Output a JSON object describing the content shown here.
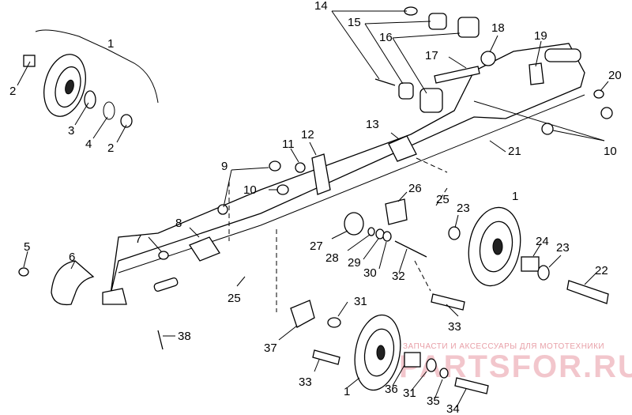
{
  "callouts": [
    "1",
    "2",
    "3",
    "4",
    "2",
    "14",
    "15",
    "16",
    "18",
    "19",
    "17",
    "20",
    "10",
    "21",
    "13",
    "12",
    "11",
    "9",
    "10",
    "26",
    "25",
    "23",
    "1",
    "8",
    "7",
    "27",
    "28",
    "29",
    "30",
    "32",
    "24",
    "23",
    "22",
    "5",
    "6",
    "25",
    "31",
    "33",
    "37",
    "38",
    "33",
    "1",
    "36",
    "31",
    "35",
    "34"
  ],
  "watermark": {
    "caption": "ЗАПЧАСТИ И АКСЕССУАРЫ ДЛЯ МОТОТЕХНИКИ",
    "brand": "PARTSFOR.RU"
  }
}
